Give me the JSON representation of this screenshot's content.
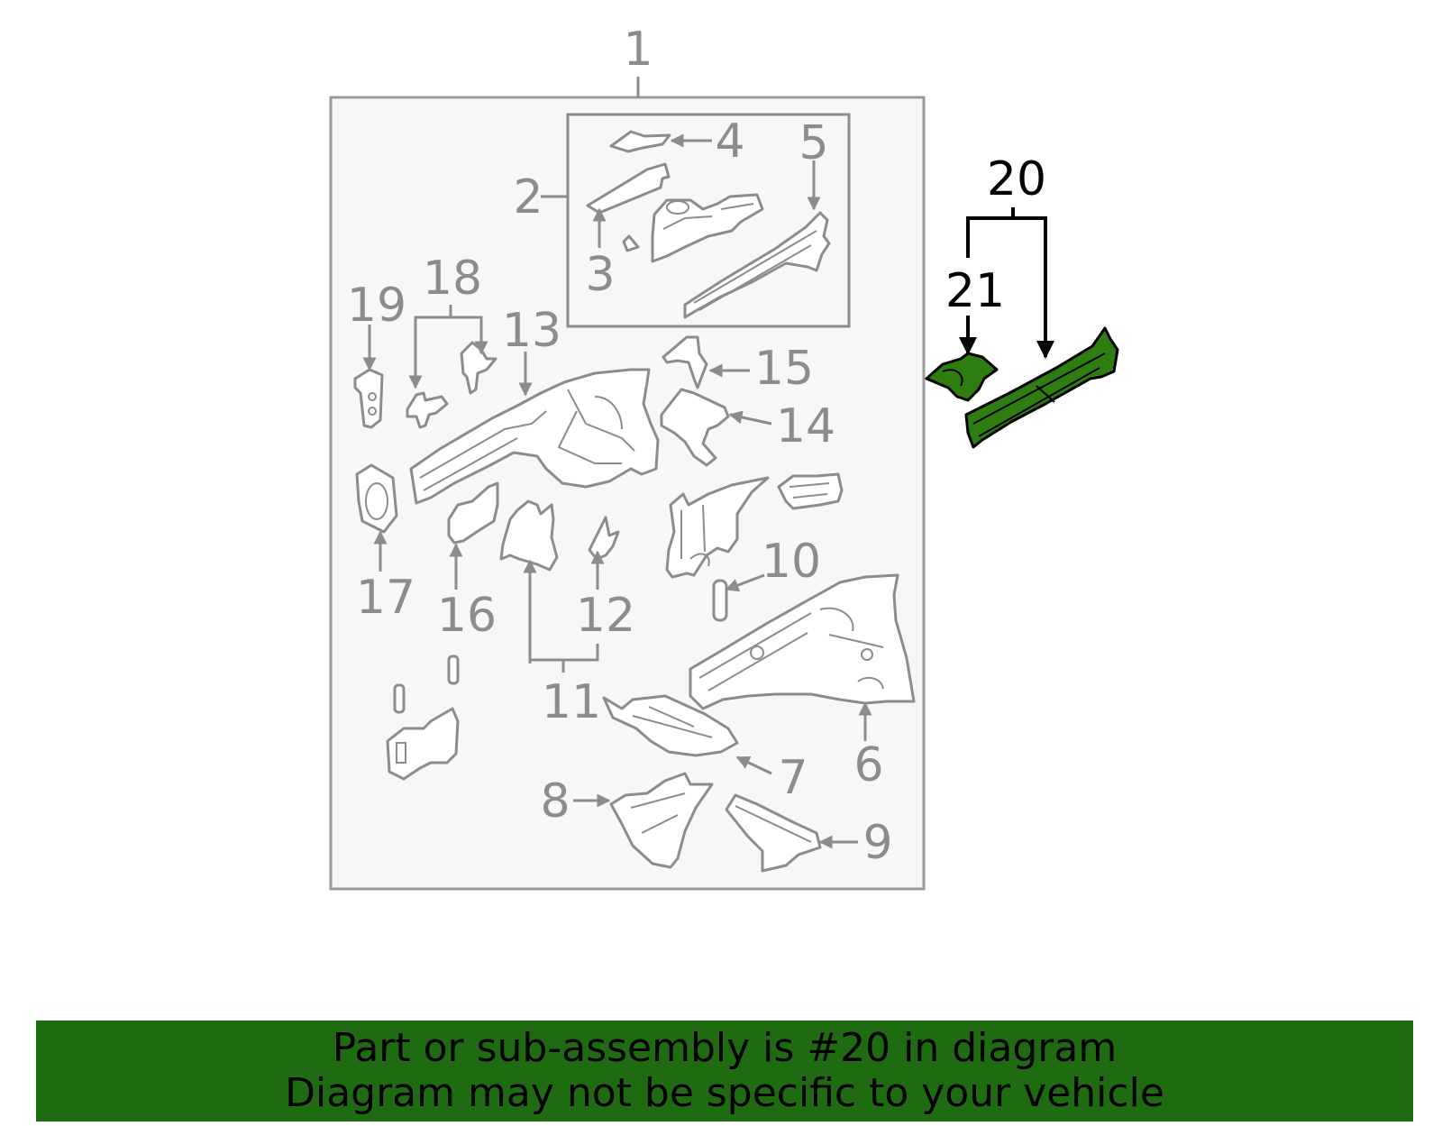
{
  "callouts": {
    "c1": "1",
    "c2": "2",
    "c3": "3",
    "c4": "4",
    "c5": "5",
    "c6": "6",
    "c7": "7",
    "c8": "8",
    "c9": "9",
    "c10": "10",
    "c11": "11",
    "c12": "12",
    "c13": "13",
    "c14": "14",
    "c15": "15",
    "c16": "16",
    "c17": "17",
    "c18": "18",
    "c19": "19",
    "c20": "20",
    "c21": "21"
  },
  "highlight": {
    "part_number": "20",
    "color": "#2e7d10"
  },
  "colors": {
    "callout_gray": "#8c8c8c",
    "banner_green": "#1f6b12"
  },
  "banner": {
    "line1": "Part or sub-assembly is #20 in diagram",
    "line2": "Diagram may not be specific to your vehicle"
  }
}
